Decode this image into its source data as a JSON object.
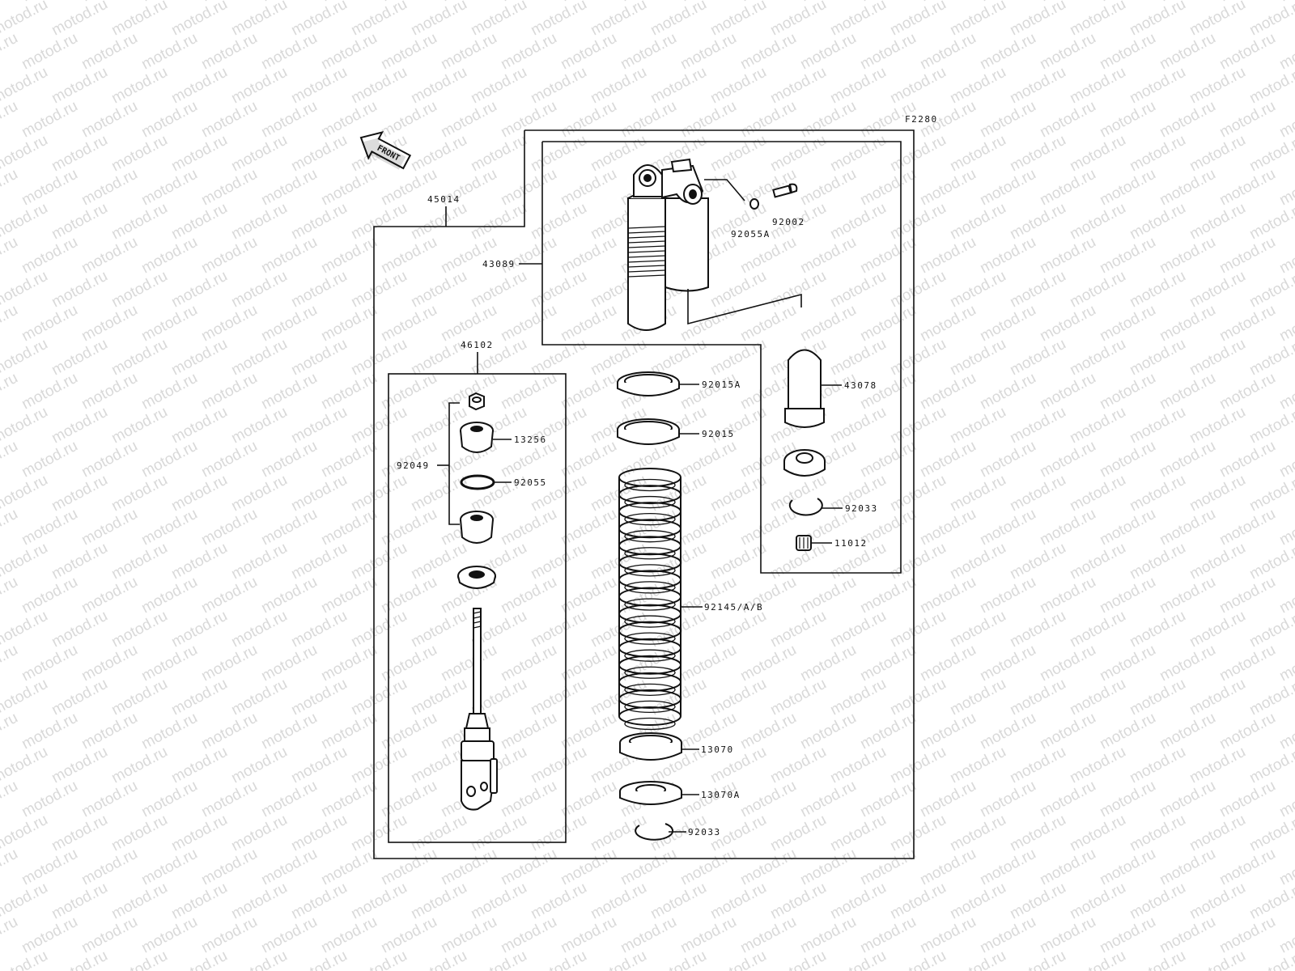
{
  "figure_code": "F2280",
  "watermark": "motod.ru",
  "front_label": "FRONT",
  "labels": {
    "assembly": "45014",
    "body": "43089",
    "reservoir_bolt_washer": "92055A",
    "reservoir_bolt": "92002",
    "rod_assembly": "46102",
    "bushing_set": "92049",
    "bushing": "13256",
    "o_ring": "92055",
    "adjuster_nut_a": "92015A",
    "adjuster_nut": "92015",
    "spring": "92145/A/B",
    "spring_seat": "13070",
    "spring_seat_a": "13070A",
    "circlip_lower": "92033",
    "reservoir_cap": "43078",
    "circlip_reservoir": "92033",
    "valve": "11012"
  },
  "colors": {
    "line": "#111111",
    "watermark": "#d9d9d9",
    "background": "#ffffff"
  }
}
